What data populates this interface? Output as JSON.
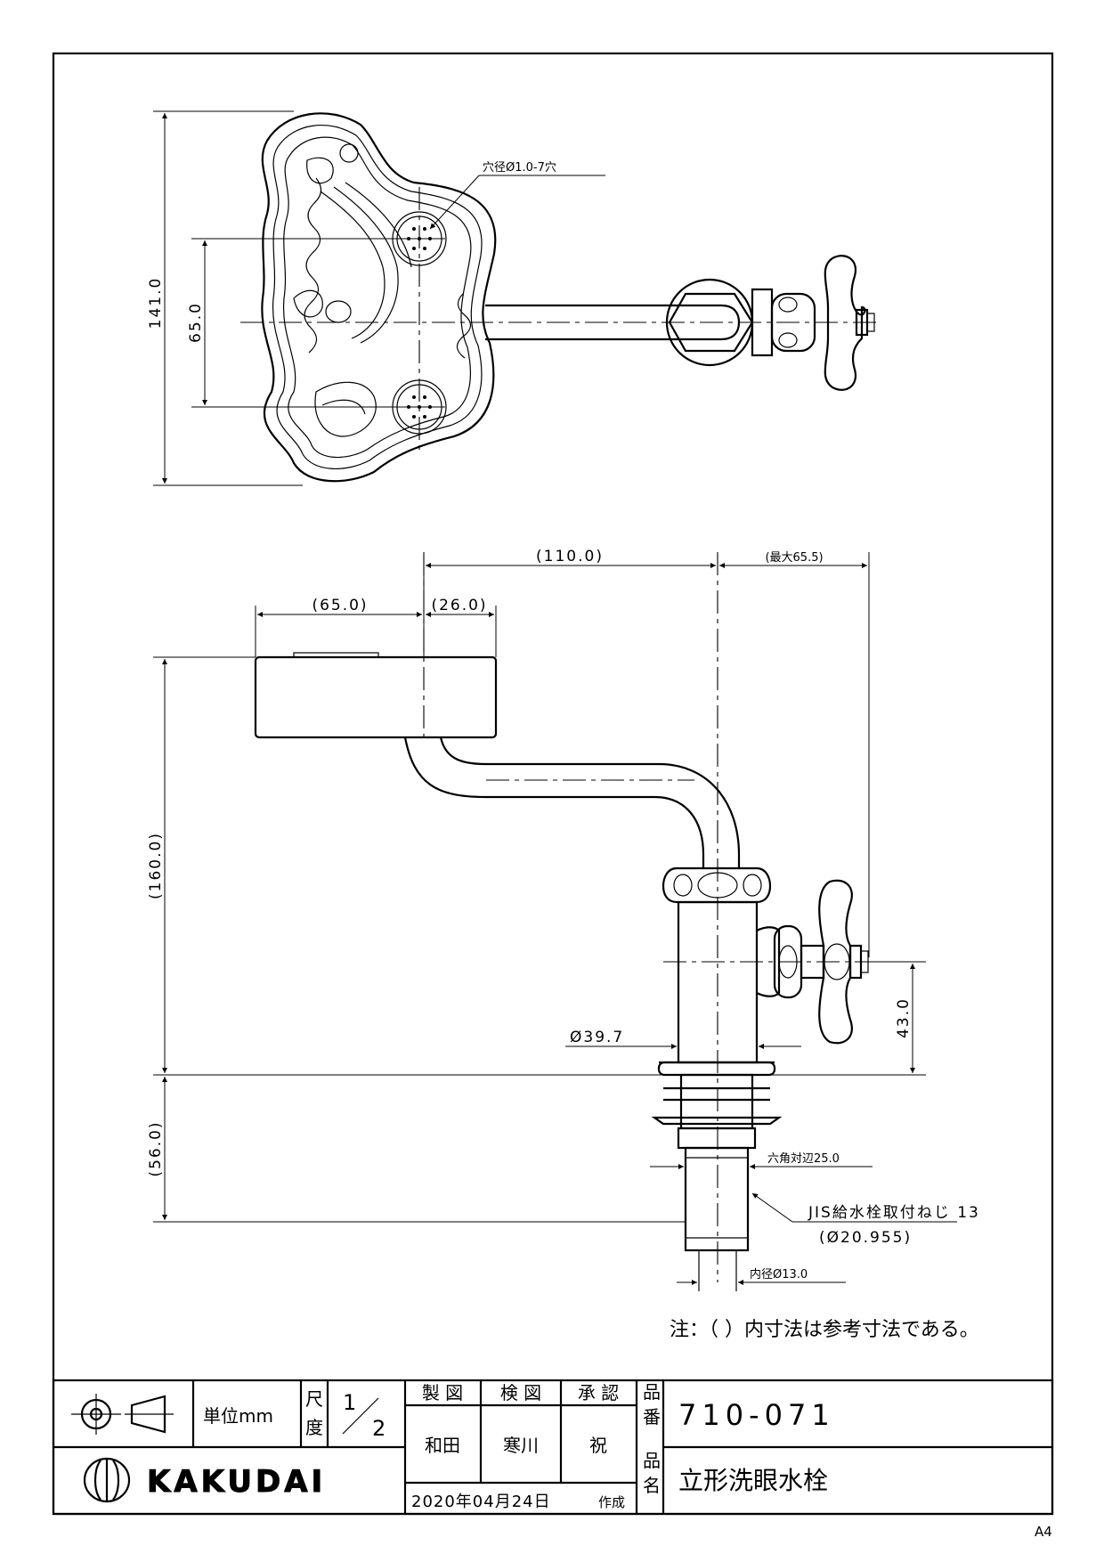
{
  "top_view": {
    "dim_total_height": "141.0",
    "dim_hole_pitch": "65.0",
    "hole_note": "穴径Ø1.0-7穴"
  },
  "side_view": {
    "dim_reach": "(110.0)",
    "dim_handle_max": "(最大65.5)",
    "dim_bowl_left": "(65.0)",
    "dim_bowl_right": "(26.0)",
    "dim_height": "(160.0)",
    "dim_handle_height": "43.0",
    "dim_bottom": "(56.0)",
    "dim_body_dia": "Ø39.7",
    "dim_hex": "六角対辺25.0",
    "thread_note": "JIS給水栓取付ねじ 13",
    "thread_dia": "(Ø20.955)",
    "dim_inner_dia": "内径Ø13.0"
  },
  "note": "注：（ ）内寸法は参考寸法である。",
  "title_block": {
    "unit_label": "単位mm",
    "scale_label_1": "尺",
    "scale_label_2": "度",
    "scale_num": "1",
    "scale_den": "2",
    "drawn_label": "製 図",
    "checked_label": "検 図",
    "approved_label": "承 認",
    "drawn_by": "和田",
    "checked_by": "寒川",
    "approved_by": "祝",
    "date": "2020年04月24日",
    "date_suffix": "作成",
    "part_no_label_1": "品",
    "part_no_label_2": "番",
    "part_no": "710-071",
    "part_name_label_1": "品",
    "part_name_label_2": "名",
    "part_name": "立形洗眼水栓",
    "brand": "KAKUDAI"
  },
  "sheet_size": "A4"
}
